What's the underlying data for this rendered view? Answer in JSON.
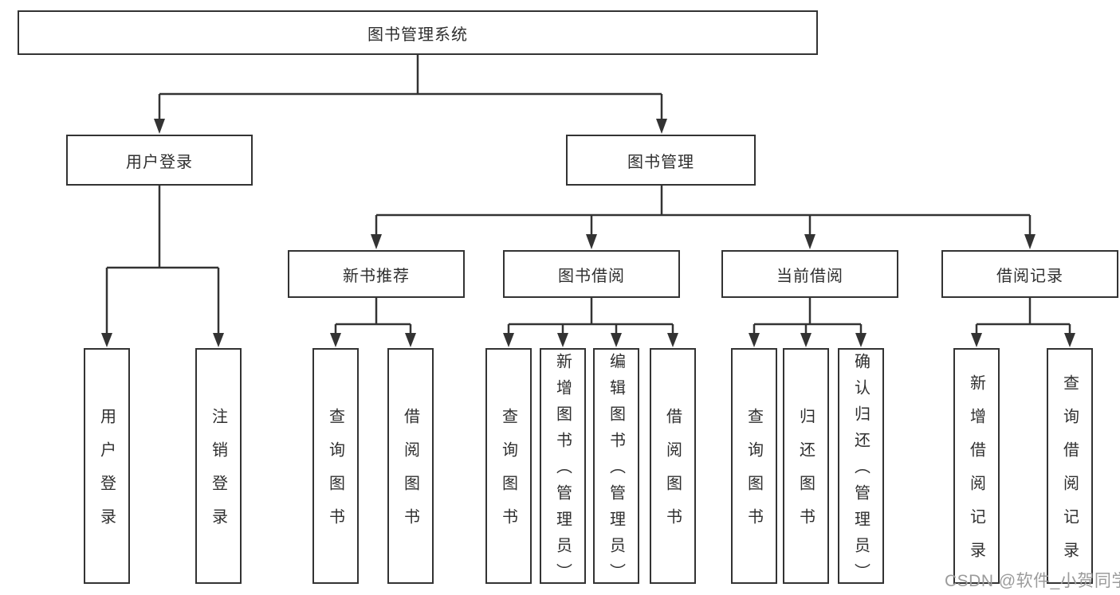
{
  "diagram": {
    "title": "图书管理系统",
    "root": "图书管理系统",
    "level2": [
      "用户登录",
      "图书管理"
    ],
    "level3": [
      "新书推荐",
      "图书借阅",
      "当前借阅",
      "借阅记录"
    ],
    "leaves": [
      "用户登录",
      "注销登录",
      "查询图书",
      "借阅图书",
      "查询图书",
      "新增图书（管理员）",
      "编辑图书（管理员）",
      "借阅图书",
      "查询图书",
      "归还图书",
      "确认归还（管理员）",
      "新增借阅记录",
      "查询借阅记录"
    ]
  },
  "watermark": "CSDN @软件_小贺同学",
  "colors": {
    "line": "#333333",
    "text": "#2f2f2f",
    "watermark": "#9b9b9b",
    "background": "#ffffff"
  }
}
